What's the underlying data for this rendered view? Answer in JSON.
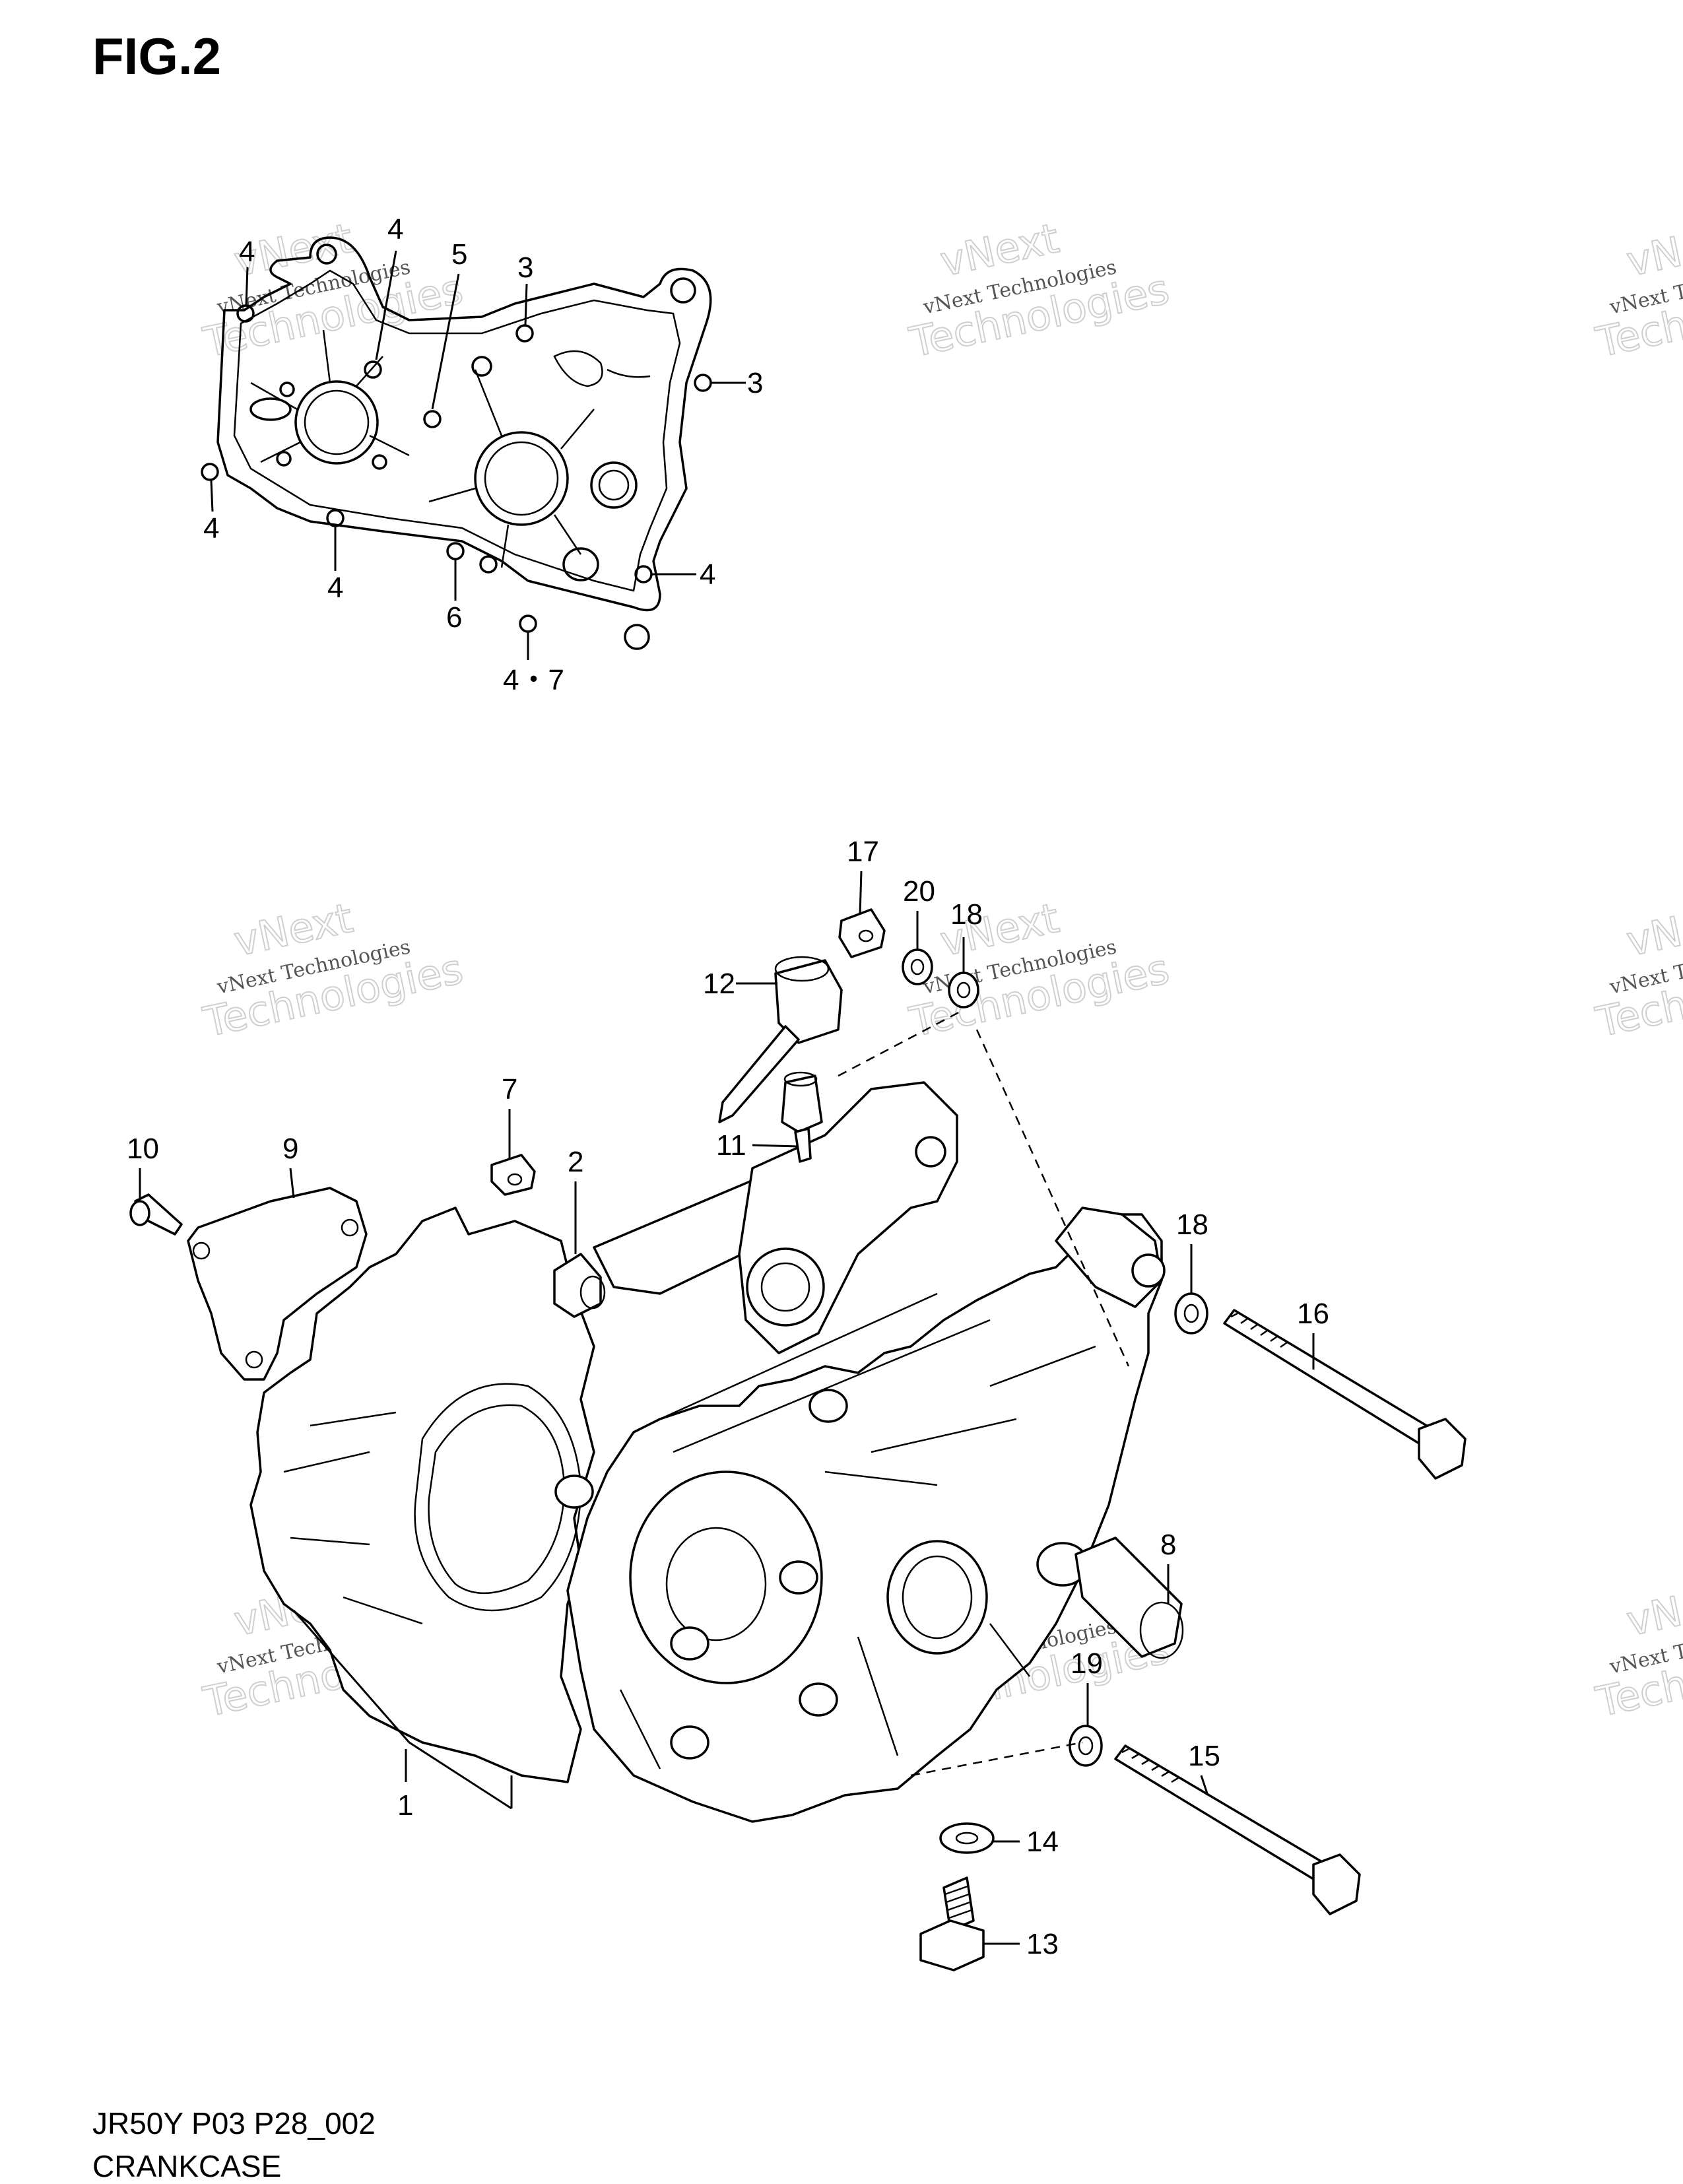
{
  "figure_title": "FIG.2",
  "footer": {
    "model_code": "JR50Y P03 P28_002",
    "section_name": "CRANKCASE"
  },
  "watermark": {
    "line1": "vNext",
    "line2": "vNext Technologies",
    "line3": "Technologies"
  },
  "callouts": {
    "c1": "1",
    "c2": "2",
    "c3a": "3",
    "c3b": "3",
    "c4a": "4",
    "c4b": "4",
    "c4c": "4",
    "c4d": "4",
    "c4e": "4",
    "c47": "4・7",
    "c5": "5",
    "c6": "6",
    "c7": "7",
    "c8": "8",
    "c9": "9",
    "c10": "10",
    "c11": "11",
    "c12": "12",
    "c13": "13",
    "c14": "14",
    "c15": "15",
    "c16": "16",
    "c17": "17",
    "c18a": "18",
    "c18b": "18",
    "c19": "19",
    "c20": "20"
  }
}
